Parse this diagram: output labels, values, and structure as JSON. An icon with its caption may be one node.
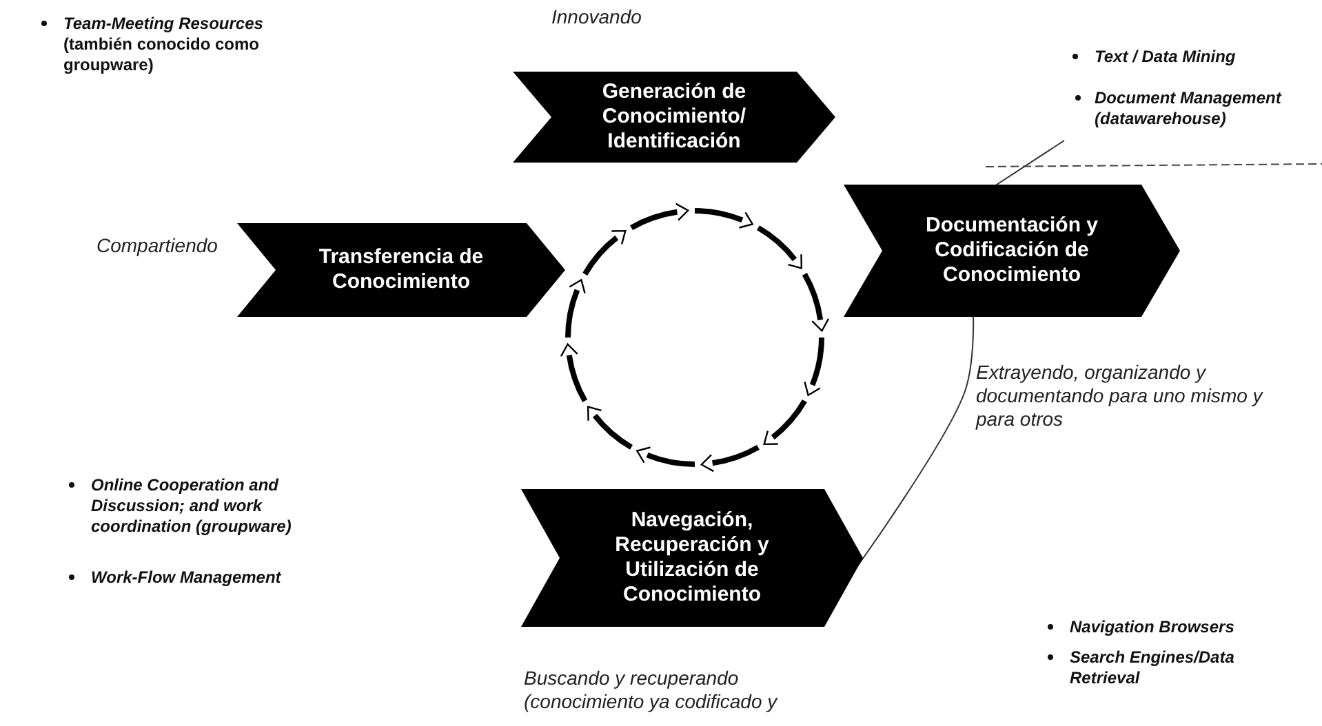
{
  "diagram": {
    "nodes": [
      {
        "text": [
          "Generación de Conocimiento/ Identificación"
        ],
        "beside": [
          "Innovando"
        ]
      },
      {
        "text": [
          "Document Management (datawarehouse)"
        ]
      },
      {
        "text": [
          "Transferencia de Conocimiento"
        ],
        "beside": [
          "Compartiendo"
        ]
      },
      {
        "text": [
          "Documentación y Codificación de Conocimiento"
        ],
        "beside": [
          "Extrayendo, organizando y documentando para uno mismo y para otros"
        ]
      },
      {
        "text": [
          "Navegación, Recuperación y Utilización de Conocimiento"
        ],
        "beside": [
          "Buscando y recuperando (conocimiento ya codificado y"
        ]
      }
    ],
    "edges": [
      {
        "from": 1,
        "to": 3,
        "arrow": "none"
      },
      {
        "from": 3,
        "to": 4,
        "arrow": "none"
      }
    ],
    "labels": [
      "*Team-Meeting Resources* (también conocido como groupware)",
      "Text / Data Mining",
      "Online Cooperation and Discussion; and work coordination (groupware)",
      "Work-Flow Management",
      "Navigation Browsers",
      "Search Engines/Data Retrieval"
    ]
  }
}
